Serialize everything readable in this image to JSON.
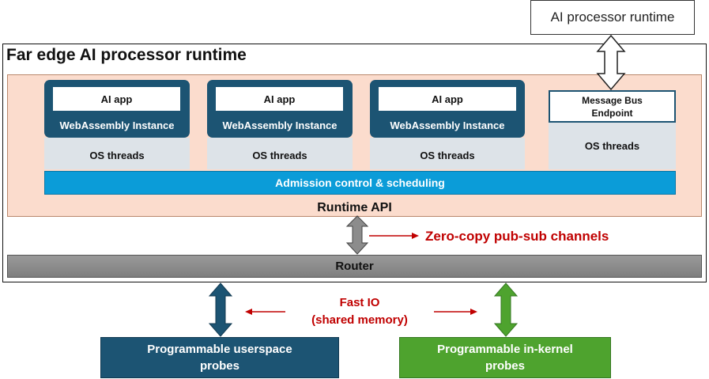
{
  "external": {
    "label": "AI processor runtime"
  },
  "outer": {
    "title": "Far edge AI processor runtime"
  },
  "apps": [
    {
      "app": "AI app",
      "instance": "WebAssembly Instance",
      "threads": "OS threads"
    },
    {
      "app": "AI app",
      "instance": "WebAssembly Instance",
      "threads": "OS threads"
    },
    {
      "app": "AI app",
      "instance": "WebAssembly Instance",
      "threads": "OS threads"
    }
  ],
  "message_bus": {
    "line1": "Message Bus",
    "line2": "Endpoint",
    "threads": "OS threads"
  },
  "admission": "Admission control & scheduling",
  "runtime_api": "Runtime API",
  "zero_copy": "Zero-copy pub-sub channels",
  "router": "Router",
  "fast_io": {
    "line1": "Fast IO",
    "line2": "(shared memory)"
  },
  "probes": {
    "userspace": {
      "line1": "Programmable userspace",
      "line2": "probes"
    },
    "kernel": {
      "line1": "Programmable in-kernel",
      "line2": "probes"
    }
  },
  "colors": {
    "app_blue": "#1c5473",
    "inner_peach": "#fbdccd",
    "admission_blue": "#0b9cd8",
    "router_gray": "#8a8a8a",
    "annotation_red": "#c00000",
    "kernel_green": "#4ea32e"
  }
}
